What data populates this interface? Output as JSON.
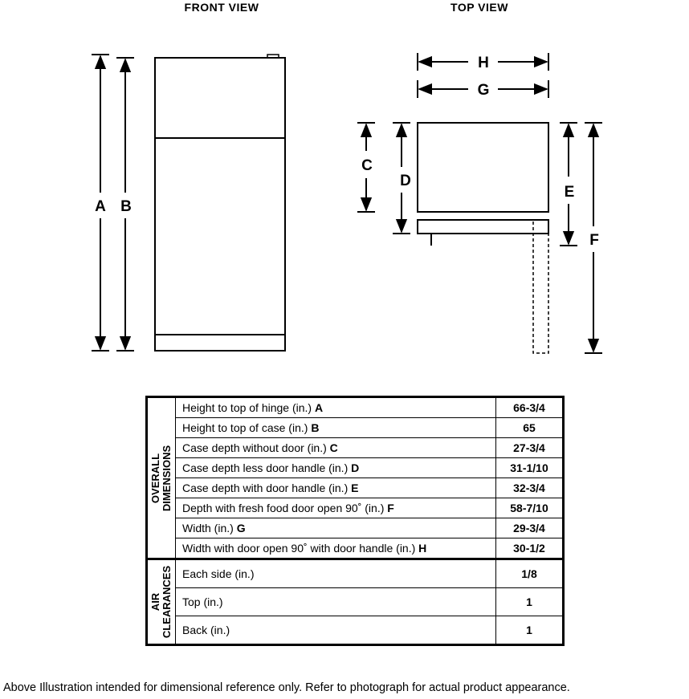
{
  "views": {
    "front_title": "FRONT VIEW",
    "top_title": "TOP VIEW"
  },
  "dimension_letters": {
    "a": "A",
    "b": "B",
    "c": "C",
    "d": "D",
    "e": "E",
    "f": "F",
    "g": "G",
    "h": "H"
  },
  "table": {
    "groups": [
      {
        "title_line1": "OVERALL",
        "title_line2": "DIMENSIONS",
        "rows": [
          {
            "label": "Height to top of hinge (in.)",
            "letter": "A",
            "value": "66-3/4"
          },
          {
            "label": "Height to top of case (in.)",
            "letter": "B",
            "value": "65"
          },
          {
            "label": "Case depth without door (in.)",
            "letter": "C",
            "value": "27-3/4"
          },
          {
            "label": "Case depth less door handle (in.)",
            "letter": "D",
            "value": "31-1/10"
          },
          {
            "label": "Case depth with door handle (in.)",
            "letter": "E",
            "value": "32-3/4"
          },
          {
            "label": "Depth with fresh food door open 90˚ (in.)",
            "letter": "F",
            "value": "58-7/10"
          },
          {
            "label": "Width (in.)",
            "letter": "G",
            "value": "29-3/4"
          },
          {
            "label": "Width with door open 90˚ with door handle (in.)",
            "letter": "H",
            "value": "30-1/2"
          }
        ]
      },
      {
        "title_line1": "AIR",
        "title_line2": "CLEARANCES",
        "rows": [
          {
            "label": "Each side (in.)",
            "letter": "",
            "value": "1/8"
          },
          {
            "label": "Top (in.)",
            "letter": "",
            "value": "1"
          },
          {
            "label": "Back (in.)",
            "letter": "",
            "value": "1"
          }
        ]
      }
    ]
  },
  "footer": "Above Illustration intended for dimensional reference only. Refer to photograph for actual product appearance."
}
